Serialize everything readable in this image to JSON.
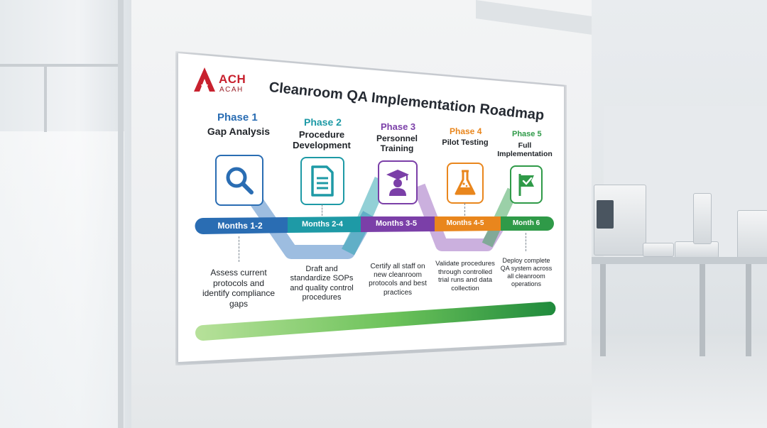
{
  "poster": {
    "logo": {
      "main": "ACH",
      "sub": "ACAH"
    },
    "title": "Cleanroom QA Implementation Roadmap",
    "phases": [
      {
        "label": "Phase 1",
        "name": "Gap Analysis",
        "months": "Months 1-2",
        "description": "Assess current protocols and identify compliance gaps",
        "icon": "magnifying-glass-icon",
        "color": "#2a6db3"
      },
      {
        "label": "Phase 2",
        "name": "Procedure Development",
        "months": "Months 2-4",
        "description": "Draft and standardize SOPs and quality control procedures",
        "icon": "document-icon",
        "color": "#1e9aa6"
      },
      {
        "label": "Phase 3",
        "name": "Personnel Training",
        "months": "Months 3-5",
        "description": "Certify all staff on new cleanroom protocols and best practices",
        "icon": "graduate-icon",
        "color": "#7b3fa8"
      },
      {
        "label": "Phase 4",
        "name": "Pilot Testing",
        "months": "Months 4-5",
        "description": "Validate procedures through controlled trial runs and data collection",
        "icon": "flask-icon",
        "color": "#e9861d"
      },
      {
        "label": "Phase 5",
        "name": "Full Implementation",
        "months": "Month 6",
        "description": "Deploy complete QA system across all cleanroom operations",
        "icon": "check-flag-icon",
        "color": "#2f9a48"
      }
    ]
  },
  "colors": {
    "logo_red": "#c8212e",
    "progress_start": "#a9d98a",
    "progress_end": "#1f8a3c"
  }
}
